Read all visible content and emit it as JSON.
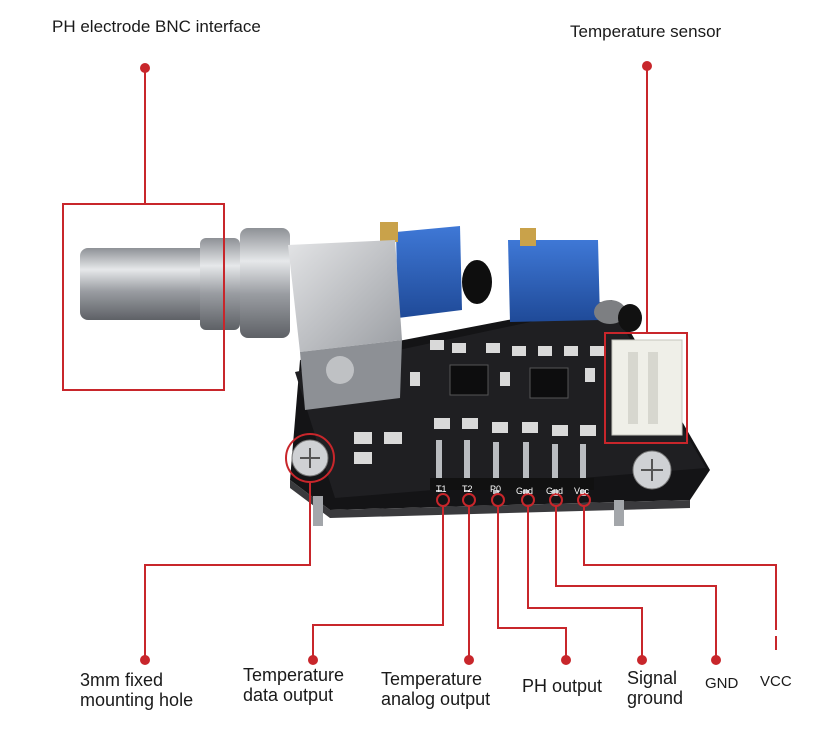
{
  "labels": {
    "bnc": "PH electrode BNC interface",
    "temp_sensor": "Temperature sensor",
    "mount_hole": [
      "3mm fixed",
      "mounting hole"
    ],
    "temp_data": [
      "Temperature",
      "data output"
    ],
    "temp_analog": [
      "Temperature",
      "analog output"
    ],
    "ph_output": "PH output",
    "signal_ground": [
      "Signal",
      "ground"
    ],
    "gnd": "GND",
    "vcc": "VCC"
  },
  "pin_labels": [
    "T1",
    "T2",
    "P0",
    "Gnd",
    "Gnd",
    "Vcc"
  ],
  "colors": {
    "callout": "#c8262b",
    "pcb": "#1b1b1d",
    "potentiometer": "#2c5fb8",
    "connector": "#efefe8",
    "metal": "#b9bcc0"
  }
}
